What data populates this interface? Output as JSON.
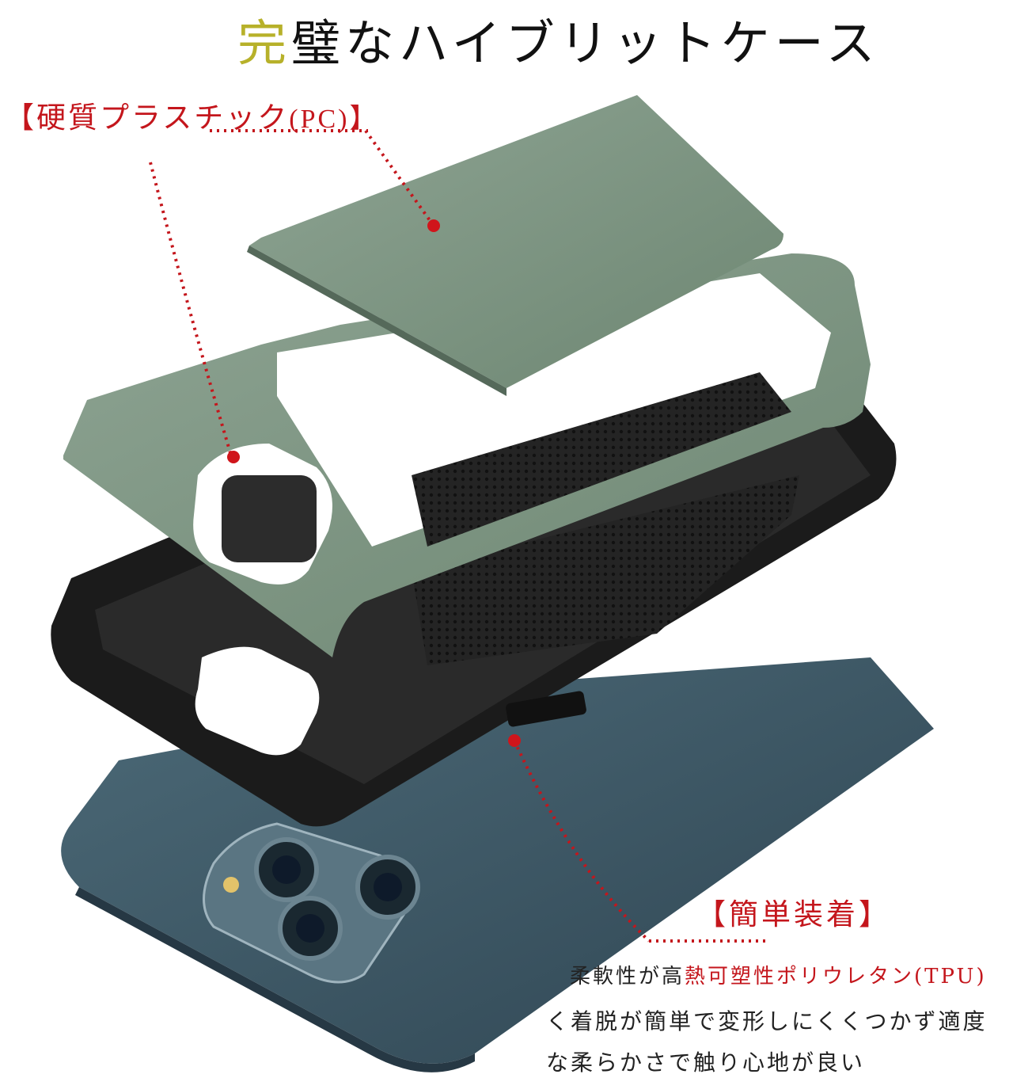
{
  "title": {
    "highlight": "完",
    "rest": "璧なハイブリットケース"
  },
  "labels": {
    "hard_pc_prefix": "【硬質プラスチック",
    "hard_pc_suffix": "(PC)】",
    "easy_install": "【簡単装着】"
  },
  "description": {
    "line1_a": "柔軟性が高",
    "line1_red": "熱可塑性ポリウレタン",
    "line1_b": "(TPU)",
    "line2": "く着脱が簡単で変形しにくくつかず適度",
    "line3": "な柔らかさで触り心地が良い"
  },
  "colors": {
    "accent_red": "#c4161c",
    "title_highlight": "#b7b12a",
    "shell_green": "#7d9682",
    "bumper_black": "#1b1b1b",
    "phone_blue": "#3e5866"
  },
  "icons": [
    "callout-dot-icon",
    "phone-camera-icon"
  ]
}
